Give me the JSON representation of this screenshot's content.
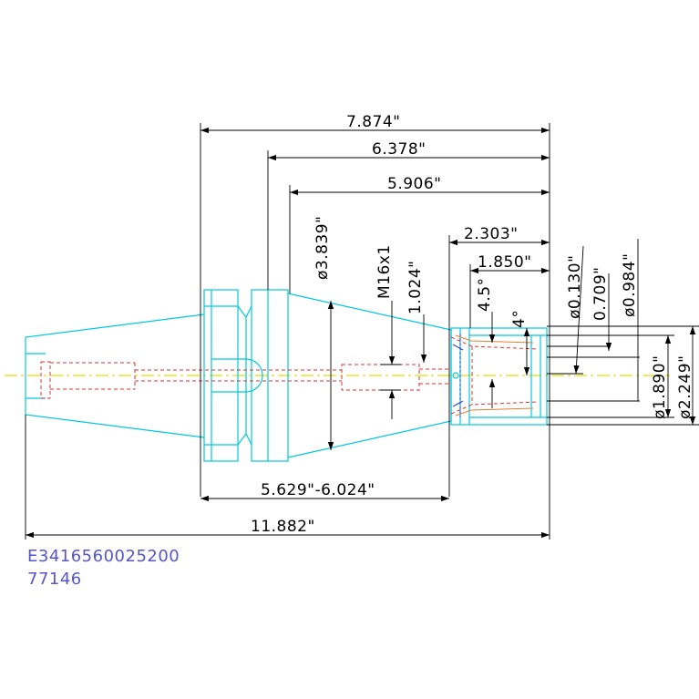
{
  "dimensions": {
    "overall_length": "11.882\"",
    "flange_to_tip": "7.874\"",
    "groove_to_tip": "6.378\"",
    "cone_to_tip": "5.906\"",
    "nose_length": "2.303\"",
    "nut_length": "1.850\"",
    "gauge_length": "5.629\"-6.024\"",
    "cone_diameter": "ø3.839\"",
    "thread": "M16x1",
    "thread_depth": "1.024\"",
    "angle_45": "4.5°",
    "angle_4": "4°",
    "bore_min": "ø0.130\"",
    "bore_mid": "0.709\"",
    "bore_max": "ø0.984\"",
    "nut_diameter": "ø1.890\"",
    "body_diameter": "ø2.249\""
  },
  "part": {
    "number": "E3416560025200",
    "code": "77146"
  },
  "colors": {
    "outline": "#00c8e0",
    "hidden": "#e03030",
    "centerline": "#e0e000",
    "dimension": "#000000",
    "part_text": "#5555cc",
    "detail_orange": "#e08030",
    "detail_blue": "#3040c0"
  }
}
